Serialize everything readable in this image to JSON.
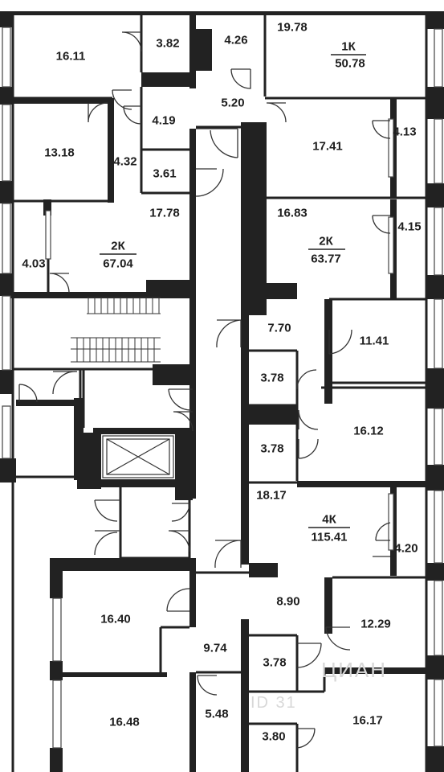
{
  "plan": {
    "wall_color": "#222222",
    "line_color": "#333333",
    "background": "#ffffff"
  },
  "rooms": [
    {
      "id": "r1",
      "area": "16.11"
    },
    {
      "id": "r2",
      "area": "3.82"
    },
    {
      "id": "r3",
      "area": "4.26"
    },
    {
      "id": "r4",
      "area": "19.78"
    },
    {
      "id": "r5",
      "area": "5.20"
    },
    {
      "id": "r6",
      "area": "4.19"
    },
    {
      "id": "r7",
      "area": "13.18"
    },
    {
      "id": "r8",
      "area": "4.32"
    },
    {
      "id": "r9",
      "area": "3.61"
    },
    {
      "id": "r10",
      "area": "17.41"
    },
    {
      "id": "r11",
      "area": "4.13"
    },
    {
      "id": "r12",
      "area": "17.78"
    },
    {
      "id": "r13",
      "area": "16.83"
    },
    {
      "id": "r14",
      "area": "4.15"
    },
    {
      "id": "r15",
      "area": "4.03"
    },
    {
      "id": "r16",
      "area": "7.70"
    },
    {
      "id": "r17",
      "area": "11.41"
    },
    {
      "id": "r18",
      "area": "3.78"
    },
    {
      "id": "r19",
      "area": "3.78"
    },
    {
      "id": "r20",
      "area": "16.12"
    },
    {
      "id": "r21",
      "area": "18.17"
    },
    {
      "id": "r22",
      "area": "4.20"
    },
    {
      "id": "r23",
      "area": "8.90"
    },
    {
      "id": "r24",
      "area": "16.40"
    },
    {
      "id": "r25",
      "area": "12.29"
    },
    {
      "id": "r26",
      "area": "9.74"
    },
    {
      "id": "r27",
      "area": "3.78"
    },
    {
      "id": "r28",
      "area": "5.48"
    },
    {
      "id": "r29",
      "area": "16.48"
    },
    {
      "id": "r30",
      "area": "16.17"
    },
    {
      "id": "r31",
      "area": "3.80"
    }
  ],
  "apartments": [
    {
      "id": "a1",
      "type": "1К",
      "total": "50.78"
    },
    {
      "id": "a2",
      "type": "2К",
      "total": "67.04"
    },
    {
      "id": "a3",
      "type": "2К",
      "total": "63.77"
    },
    {
      "id": "a4",
      "type": "4К",
      "total": "115.41"
    }
  ],
  "watermark": {
    "text": "ЦИАН",
    "sub": "ID 31"
  }
}
